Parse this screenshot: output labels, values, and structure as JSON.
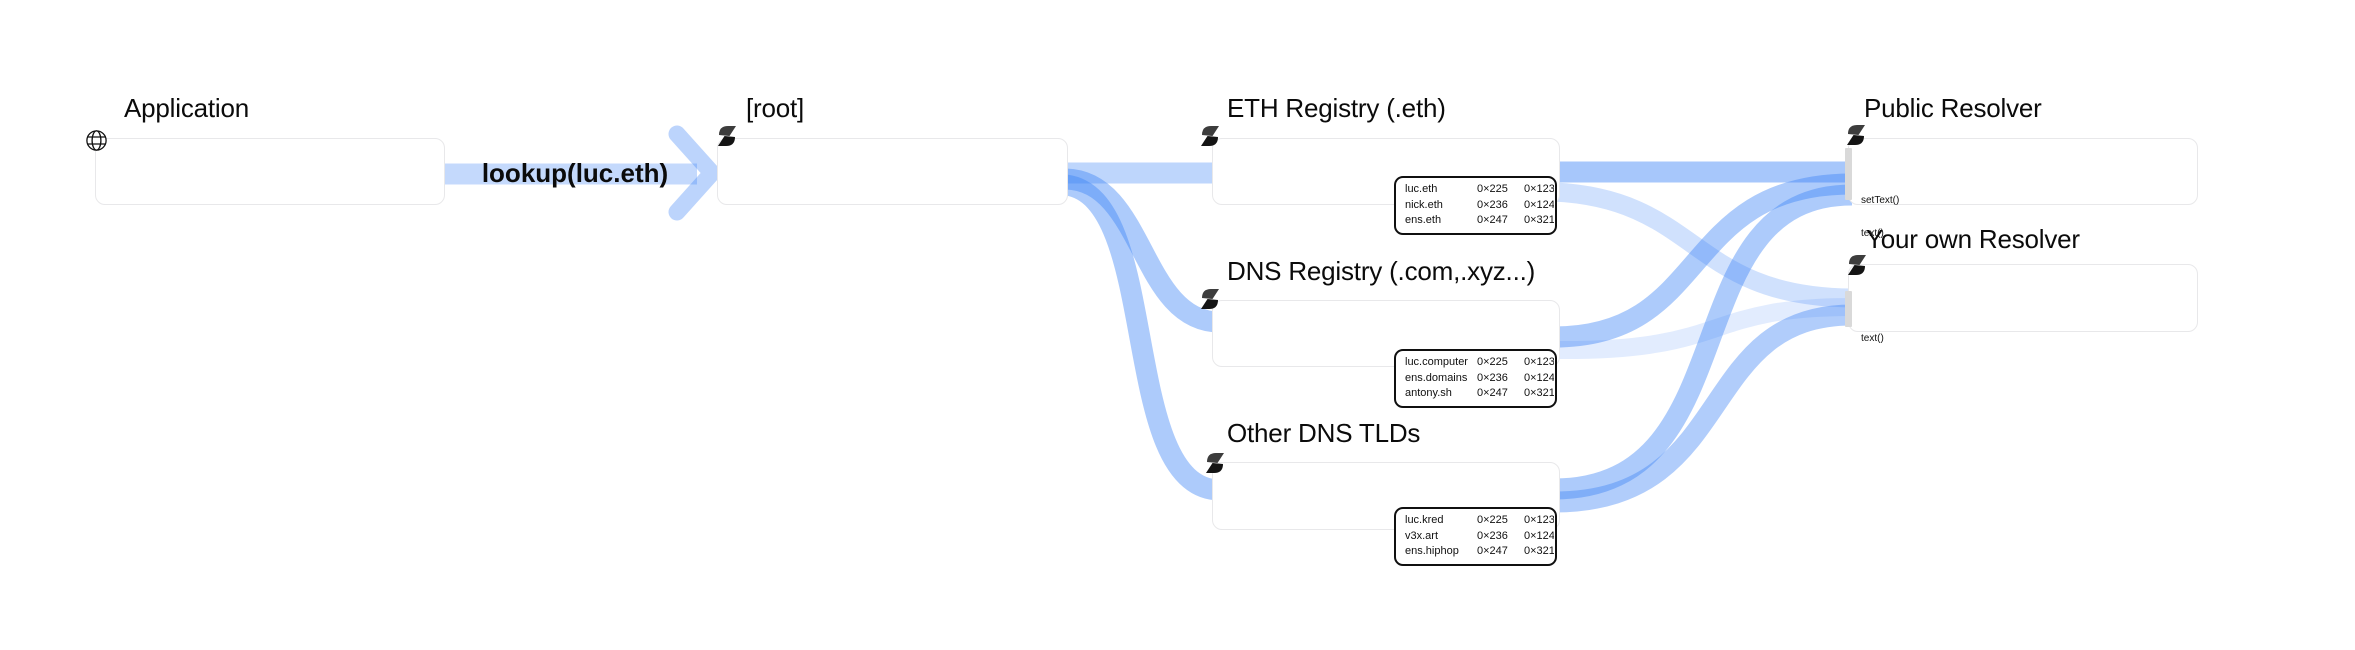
{
  "diagram": {
    "kind": "ens-name-resolution-flow",
    "flow_label": "lookup(luc.eth)",
    "colors": {
      "flow_blue": "#3b82f6",
      "node_border": "#e8e8ea",
      "table_border": "#101010",
      "port_strip_gray": "#d9d9d9"
    }
  },
  "nodes": {
    "application": {
      "label": "Application",
      "icon": "globe-icon"
    },
    "root": {
      "label": "[root]",
      "icon": "contract-sync-icon"
    },
    "eth_registry": {
      "label": "ETH Registry (.eth)",
      "icon": "contract-sync-icon",
      "records": [
        {
          "name": "luc.eth",
          "owner": "0×225",
          "resolver": "0×123"
        },
        {
          "name": "nick.eth",
          "owner": "0×236",
          "resolver": "0×124"
        },
        {
          "name": "ens.eth",
          "owner": "0×247",
          "resolver": "0×321"
        }
      ]
    },
    "dns_registry": {
      "label": "DNS Registry (.com,.xyz...)",
      "icon": "contract-sync-icon",
      "records": [
        {
          "name": "luc.computer",
          "owner": "0×225",
          "resolver": "0×123"
        },
        {
          "name": "ens.domains",
          "owner": "0×236",
          "resolver": "0×124"
        },
        {
          "name": "antony.sh",
          "owner": "0×247",
          "resolver": "0×321"
        }
      ]
    },
    "other_tlds": {
      "label": "Other DNS TLDs",
      "icon": "contract-sync-icon",
      "records": [
        {
          "name": "luc.kred",
          "owner": "0×225",
          "resolver": "0×123"
        },
        {
          "name": "v3x.art",
          "owner": "0×236",
          "resolver": "0×124"
        },
        {
          "name": "ens.hiphop",
          "owner": "0×247",
          "resolver": "0×321"
        }
      ]
    },
    "public_resolver": {
      "label": "Public Resolver",
      "icon": "contract-sync-icon",
      "methods": [
        "setText()",
        "text()"
      ]
    },
    "own_resolver": {
      "label": "Your own Resolver",
      "icon": "contract-sync-icon",
      "methods": [
        "text()"
      ]
    }
  },
  "edges": [
    {
      "from": "application",
      "to": "root",
      "label": "lookup(luc.eth)"
    },
    {
      "from": "root",
      "to": "eth_registry",
      "label": ""
    },
    {
      "from": "root",
      "to": "dns_registry",
      "label": ""
    },
    {
      "from": "root",
      "to": "other_tlds",
      "label": ""
    },
    {
      "from": "eth_registry",
      "to": "public_resolver",
      "label": ""
    },
    {
      "from": "eth_registry",
      "to": "own_resolver",
      "label": ""
    },
    {
      "from": "dns_registry",
      "to": "public_resolver",
      "label": ""
    },
    {
      "from": "dns_registry",
      "to": "own_resolver",
      "label": ""
    },
    {
      "from": "other_tlds",
      "to": "public_resolver",
      "label": ""
    },
    {
      "from": "other_tlds",
      "to": "own_resolver",
      "label": ""
    }
  ]
}
